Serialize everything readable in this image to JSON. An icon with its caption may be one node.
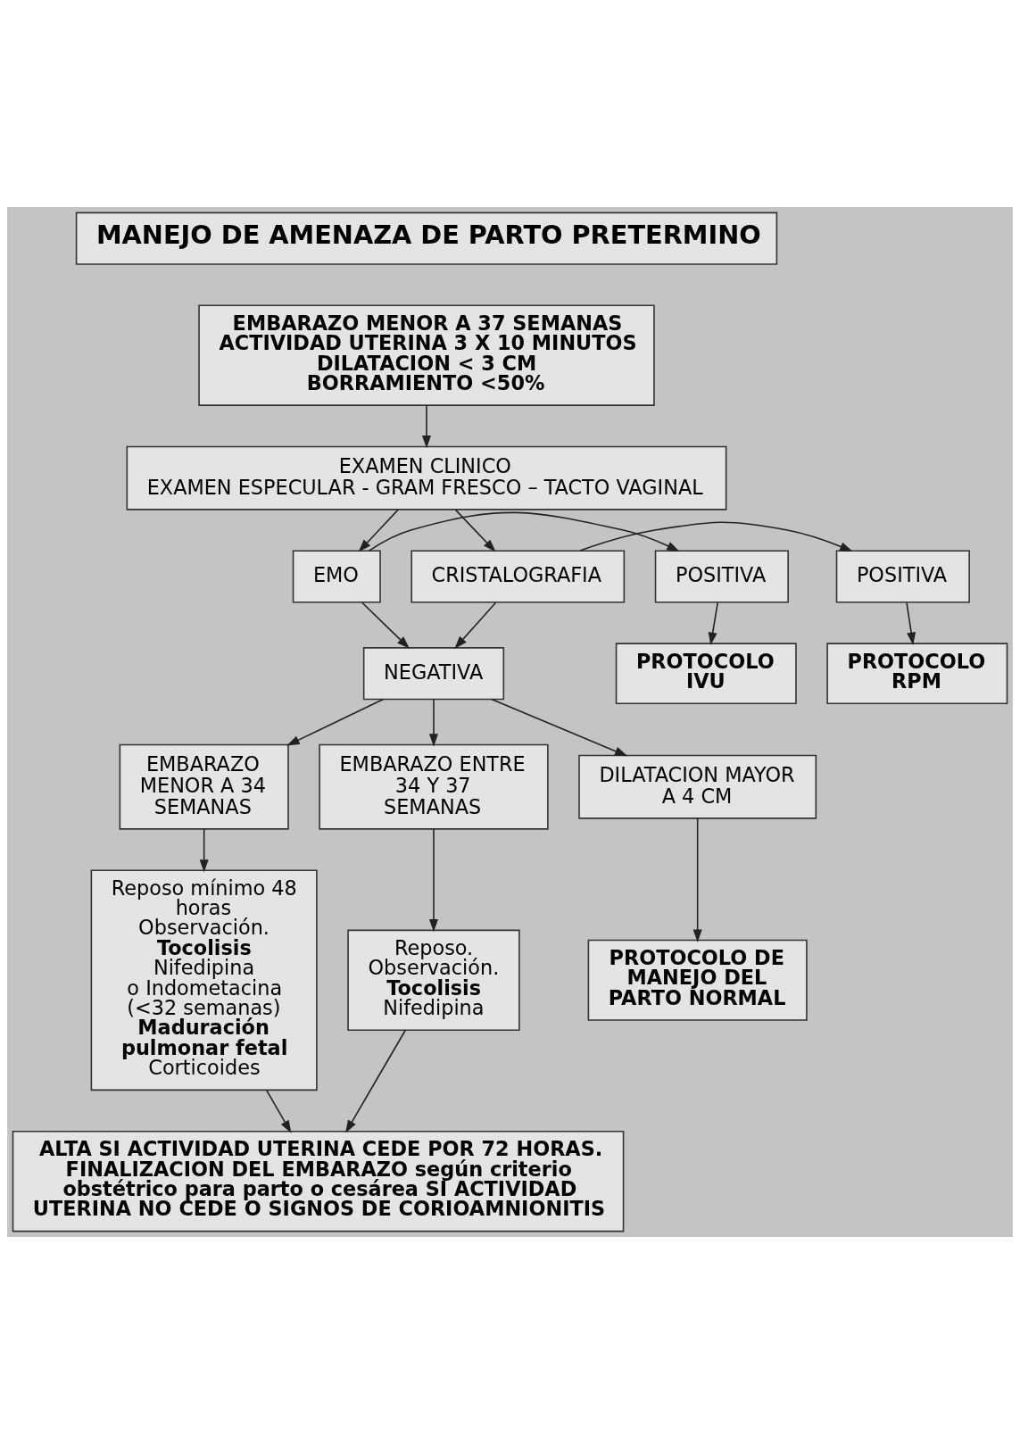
{
  "diagram": {
    "nodes": [
      {
        "text": [
          "MANEJO DE AMENAZA DE PARTO PRETERMINO"
        ]
      },
      {
        "text": [
          "EMBARAZO MENOR A 37 SEMANAS",
          "ACTIVIDAD UTERINA 3 X 10 MINUTOS",
          "DILATACION < 3 CM",
          "BORRAMIENTO <50%"
        ]
      },
      {
        "text": [
          "EXAMEN CLINICO",
          "EXAMEN ESPECULAR - GRAM FRESCO – TACTO VAGINAL"
        ]
      },
      {
        "text": [
          "POSITIVA"
        ]
      },
      {
        "text": [
          "EMO"
        ]
      },
      {
        "text": [
          "CRISTALOGRAFIA"
        ]
      },
      {
        "text": [
          "POSITIVA"
        ]
      },
      {
        "text": [
          "PROTOCOLO IVU"
        ]
      },
      {
        "text": [
          "PROTOCOLO RPM"
        ]
      },
      {
        "text": [
          "NEGATIVA"
        ]
      },
      {
        "text": [
          "EMBARAZO MENOR A 34 SEMANAS"
        ]
      },
      {
        "text": [
          "EMBARAZO ENTRE 34 Y 37 SEMANAS"
        ]
      },
      {
        "text": [
          "DILATACION MAYOR A 4 CM"
        ]
      },
      {
        "text": [
          "Reposo mínimo 48 horas",
          "Observación.",
          "Tocolisis",
          "Nifedipina",
          "o Indometacina (<32 semanas)",
          "Maduración pulmonar fetal",
          "Corticoides"
        ]
      },
      {
        "text": [
          "Reposo.",
          "Observación.",
          "Tocolisis",
          "Nifedipina"
        ]
      },
      {
        "text": [
          "PROTOCOLO DE MANEJO DEL PARTO NORMAL"
        ]
      },
      {
        "text": [
          "ALTA SI ACTIVIDAD UTERINA CEDE POR 72 HORAS.",
          "FINALIZACION DEL EMBARAZO según criterio obstétrico para parto o cesárea SI ACTIVIDAD UTERINA NO CEDE O SIGNOS DE CORIOAMNIONITIS"
        ]
      }
    ],
    "edges": [
      {
        "from": 1,
        "to": 2,
        "arrow": "to"
      },
      {
        "from": 2,
        "to": 4,
        "arrow": "to"
      },
      {
        "from": 2,
        "to": 5,
        "arrow": "to"
      },
      {
        "from": 4,
        "to": 3,
        "arrow": "to"
      },
      {
        "from": 5,
        "to": 6,
        "arrow": "to"
      },
      {
        "from": 3,
        "to": 7,
        "arrow": "to"
      },
      {
        "from": 6,
        "to": 8,
        "arrow": "to"
      },
      {
        "from": 4,
        "to": 9,
        "arrow": "to"
      },
      {
        "from": 5,
        "to": 9,
        "arrow": "to"
      },
      {
        "from": 9,
        "to": 10,
        "arrow": "to"
      },
      {
        "from": 9,
        "to": 11,
        "arrow": "to"
      },
      {
        "from": 9,
        "to": 12,
        "arrow": "to"
      },
      {
        "from": 10,
        "to": 13,
        "arrow": "to"
      },
      {
        "from": 11,
        "to": 14,
        "arrow": "to"
      },
      {
        "from": 12,
        "to": 15,
        "arrow": "to"
      },
      {
        "from": 13,
        "to": 16,
        "arrow": "to"
      },
      {
        "from": 14,
        "to": 16,
        "arrow": "to"
      }
    ]
  }
}
